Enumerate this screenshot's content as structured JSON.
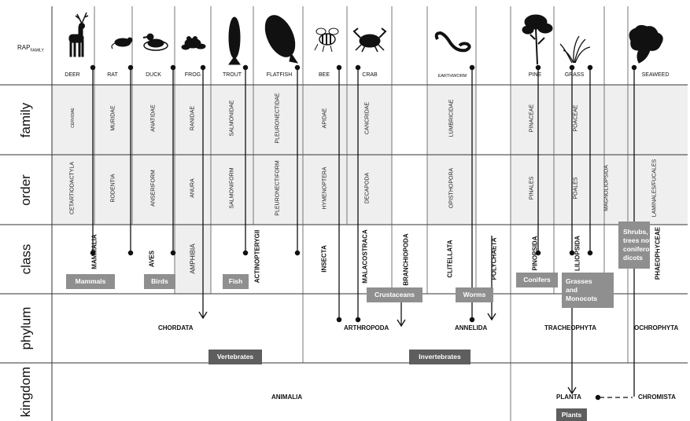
{
  "rap_label": {
    "main": "RAP",
    "sub": "FAMILY"
  },
  "row_labels": {
    "family": "family",
    "order": "order",
    "class": "class",
    "phylum": "phylum",
    "kingdom": "kingdom"
  },
  "animals": {
    "deer": "DEER",
    "rat": "RAT",
    "duck": "DUCK",
    "frog": "FROG",
    "trout": "TROUT",
    "flatfish": "FLATFISH",
    "bee": "BEE",
    "crab": "CRAB",
    "earthworm": "EARTHWORM",
    "pine": "PINE",
    "grass": "GRASS",
    "seaweed": "SEAWEED"
  },
  "families": {
    "deer": "CERVIDAE",
    "rat": "MURIDAE",
    "duck": "ANATIDAE",
    "frog": "RANIDAE",
    "trout": "SALMONIDAE",
    "flatfish": "PLEURONECTIDAE",
    "bee": "APIDAE",
    "crab": "CANCRIDAE",
    "earthworm": "LUMBRICIDAE",
    "pine": "PINACEAE",
    "grass": "POACEAE"
  },
  "orders": {
    "deer": "CETARTIODACTYLA",
    "rat": "RODENTIA",
    "duck": "ANSERIFORM",
    "frog": "ANURA",
    "trout": "SALMONIFORM",
    "flatfish": "PLEURONECTIFORM",
    "bee": "HYMENOPTERA",
    "crab": "DECAPODA",
    "earthworm": "OPISTHOPORA",
    "pine": "PINALES",
    "grass": "POALES",
    "magnoliopsida": "MAGNOLIOPSIDA",
    "seaweed": "LAMINALES/FUCALES"
  },
  "classes": {
    "mammalia": "MAMMALIA",
    "aves": "AVES",
    "amphibia": "AMPHIBIA",
    "actinopterygii": "ACTINOPTERYGII",
    "insecta": "INSECTA",
    "malacostraca": "MALACOSTRACA",
    "branchiopoda": "BRANCHIOPODA",
    "clitellata": "CLITELLATA",
    "polychaeta": "POLYCHAETA",
    "pinopsida": "PINOPSIDA",
    "liliopsida": "LILIOPSIDA",
    "phaeophyceae": "PHAEOPHYCEAE"
  },
  "phyla": {
    "chordata": "CHORDATA",
    "arthropoda": "ARTHROPODA",
    "annelida": "ANNELIDA",
    "tracheophyta": "TRACHEOPHYTA",
    "ochrophyta": "OCHROPHYTA"
  },
  "kingdoms": {
    "animalia": "ANIMALIA",
    "planta": "PLANTA",
    "chromista": "CHROMISTA"
  },
  "badges": {
    "mammals": "Mammals",
    "birds": "Birds",
    "fish": "Fish",
    "crustaceans": "Crustaceans",
    "worms": "Worms",
    "conifers": "Conifers",
    "grasses": [
      "Grasses",
      "and",
      "Monocots"
    ],
    "shrubs": [
      "Shrubs,",
      "trees not",
      "coniferous,",
      "dicots"
    ],
    "vertebrates": "Vertebrates",
    "invertebrates": "Invertebrates",
    "plants": "Plants"
  },
  "colors": {
    "grid": "#333333",
    "shade": "#efefef",
    "badge_light": "#8f8f8f",
    "badge_dark": "#5e5e5e"
  }
}
